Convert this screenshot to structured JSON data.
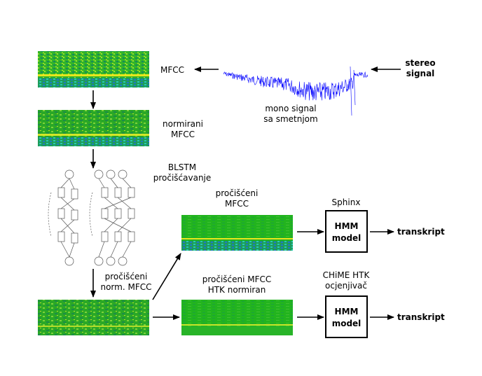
{
  "colors": {
    "spectrogram_base": "#22b41e",
    "spectrogram_mid": "#6ac82a",
    "spectrogram_band": "#e6e61e",
    "spectrogram_low": "#1e78c8",
    "waveform": "#0000ff",
    "arrow": "#000000"
  },
  "labels": {
    "mfcc": "MFCC",
    "stereo_signal_l1": "stereo",
    "stereo_signal_l2": "signal",
    "mono_l1": "mono signal",
    "mono_l2": "sa smetnjom",
    "norm_l1": "normirani",
    "norm_l2": "MFCC",
    "blstm_l1": "BLSTM",
    "blstm_l2": "pročišćavanje",
    "clean_l1": "pročišćeni",
    "clean_l2": "MFCC",
    "clean_norm_l1": "pročišćeni",
    "clean_norm_l2": "norm. MFCC",
    "htk_l1": "pročišćeni MFCC",
    "htk_l2": "HTK normiran",
    "sphinx": "Sphinx",
    "chime_l1": "CHiME HTK",
    "chime_l2": "ocjenjivač"
  },
  "hmm_top": {
    "line1": "HMM",
    "line2": "model"
  },
  "hmm_bottom": {
    "line1": "HMM",
    "line2": "model"
  },
  "output_top": "transkript",
  "output_bottom": "transkript"
}
